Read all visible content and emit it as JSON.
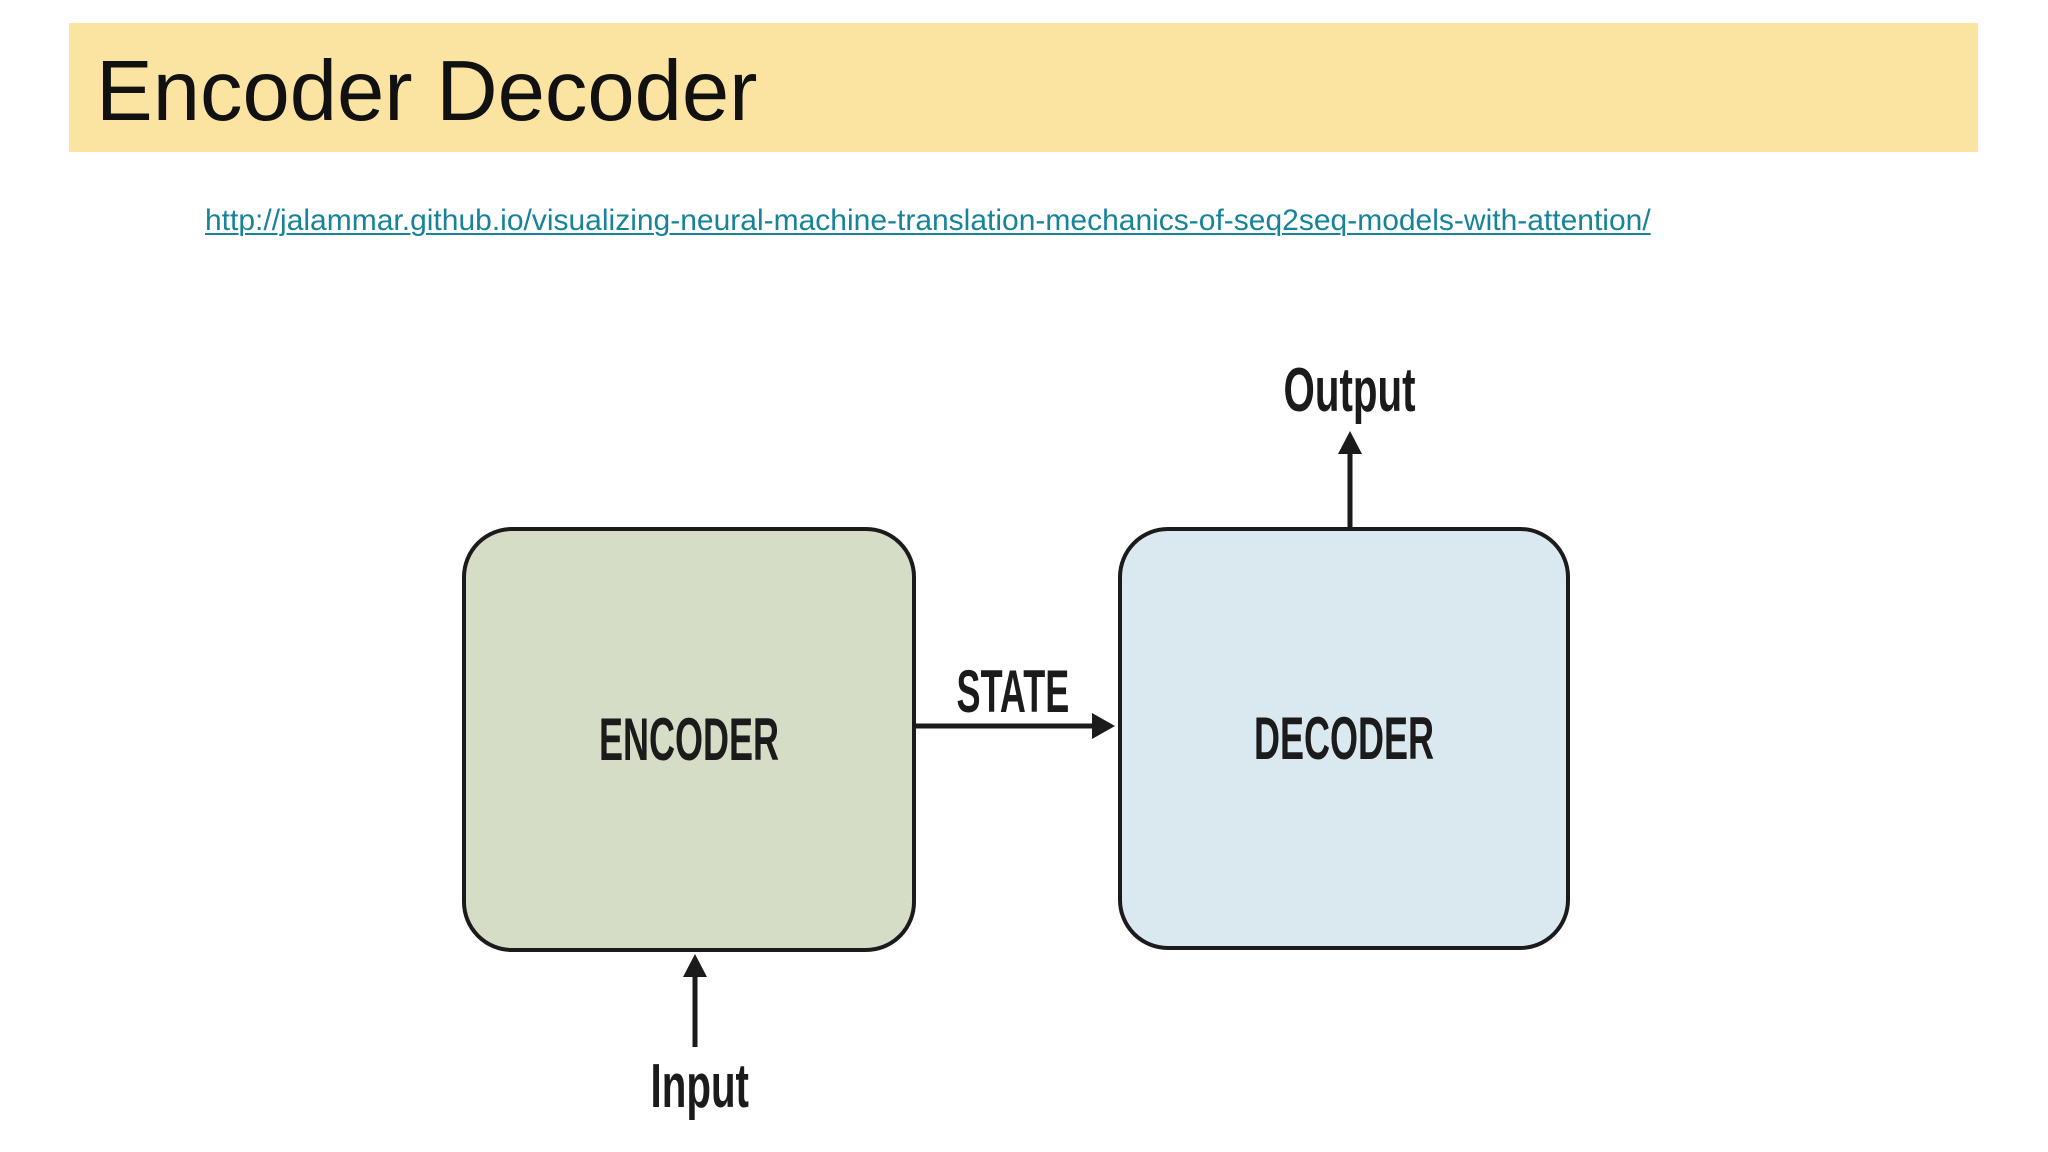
{
  "header": {
    "title": "Encoder Decoder"
  },
  "source_link": {
    "text": "http://jalammar.github.io/visualizing-neural-machine-translation-mechanics-of-seq2seq-models-with-attention/",
    "href": "http://jalammar.github.io/visualizing-neural-machine-translation-mechanics-of-seq2seq-models-with-attention/"
  },
  "diagram": {
    "encoder_label": "ENCODER",
    "decoder_label": "DECODER",
    "state_label": "STATE",
    "output_label": "Output",
    "input_label": "Input"
  },
  "colors": {
    "header_bg": "#FBE3A2",
    "title_color": "#111111",
    "link_color": "#17839A",
    "encoder_fill": "#D5DDC6",
    "decoder_fill": "#DAE9F0",
    "ink": "#1B1B1B",
    "page_bg": "#FFFFFF"
  }
}
